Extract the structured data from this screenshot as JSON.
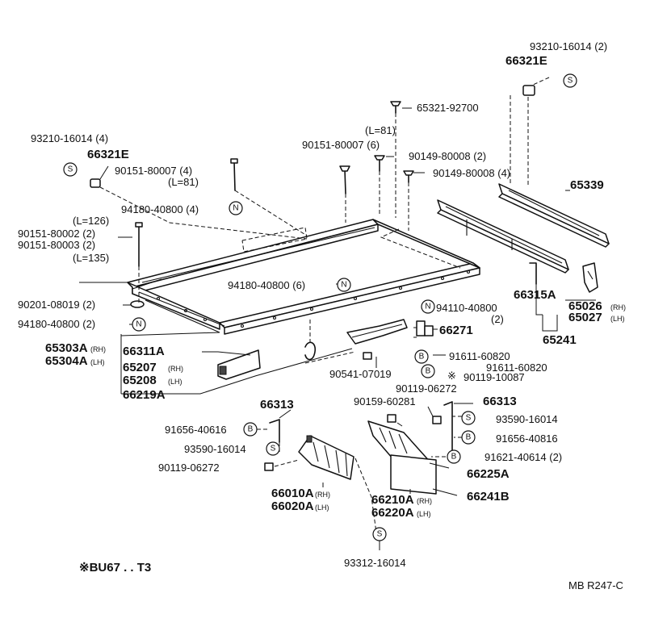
{
  "labels": {
    "p93210_16014_2": "93210-16014 (2)",
    "p66321E_r": "66321E",
    "p65321_92700": "65321-92700",
    "l81_top": "(L=81)",
    "p90151_80007_6": "90151-80007 (6)",
    "p90149_80008_2": "90149-80008 (2)",
    "p90149_80008_4": "90149-80008 (4)",
    "p65339": "65339",
    "p93210_16014_4": "93210-16014 (4)",
    "p66321E_l": "66321E",
    "p90151_80007_4": "90151-80007 (4)",
    "l81_left": "(L=81)",
    "p94180_40800_4": "94180-40800 (4)",
    "l126": "(L=126)",
    "p90151_80002_2": "90151-80002 (2)",
    "p90151_80003_2": "90151-80003 (2)",
    "l135": "(L=135)",
    "p94180_40800_6": "94180-40800 (6)",
    "p66315A": "66315A",
    "p65026": "65026",
    "p65026_rh": "(RH)",
    "p65027": "65027",
    "p65027_lh": "(LH)",
    "p90201_08019_2": "90201-08019 (2)",
    "p94180_40800_2": "94180-40800 (2)",
    "p94110_40800": "94110-40800",
    "p94110_qty": "(2)",
    "p65241": "65241",
    "p66271": "66271",
    "p65303A": "65303A",
    "p65303A_rh": "(RH)",
    "p65304A": "65304A",
    "p65304A_lh": "(LH)",
    "p66311A": "66311A",
    "p65207": "65207",
    "p65207_rh": "(RH)",
    "p65208": "65208",
    "p65208_lh": "(LH)",
    "p66219A": "66219A",
    "p91611_60820_a": "91611-60820",
    "p91611_60820_b": "91611-60820",
    "p90119_10087": "90119-10087",
    "note_mark": "※",
    "p90541_07019": "90541-07019",
    "p90119_06272_r": "90119-06272",
    "p66313_l": "66313",
    "p90159_60281": "90159-60281",
    "p66313_r": "66313",
    "p91656_40616": "91656-40616",
    "p93590_16014_r": "93590-16014",
    "p93590_16014_l": "93590-16014",
    "p91656_40816": "91656-40816",
    "p90119_06272_l": "90119-06272",
    "p91621_40614_2": "91621-40614 (2)",
    "p66225A": "66225A",
    "p66010A": "66010A",
    "p66010A_rh": "(RH)",
    "p66020A": "66020A",
    "p66020A_lh": "(LH)",
    "p66210A": "66210A",
    "p66210A_rh": "(RH)",
    "p66220A": "66220A",
    "p66220A_lh": "(LH)",
    "p66241B": "66241B",
    "p93312_16014": "93312-16014",
    "model_note": "※BU67 . . T3",
    "ref_code": "MB R247-C"
  },
  "symbols": {
    "S": "S",
    "N": "N",
    "B": "B"
  }
}
